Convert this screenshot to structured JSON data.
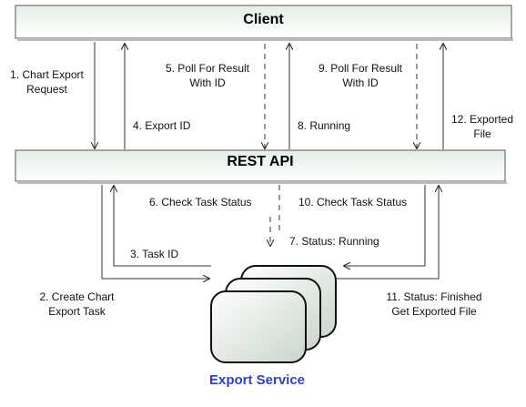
{
  "boxes": {
    "client": "Client",
    "rest_api": "REST API",
    "export_service": "Export Service"
  },
  "labels": {
    "m1": "1. Chart Export\nRequest",
    "m2": "2. Create Chart\nExport Task",
    "m3": "3. Task ID",
    "m4": "4. Export ID",
    "m5": "5. Poll For Result\nWith ID",
    "m6": "6. Check Task Status",
    "m7": "7. Status: Running",
    "m8": "8. Running",
    "m9": "9. Poll For Result\nWith ID",
    "m10": "10. Check Task Status",
    "m11": "11. Status: Finished\nGet Exported File",
    "m12": "12. Exported\nFile"
  },
  "colors": {
    "service_title": "#2b3fd0",
    "box_fill_top": "#e9f3ec",
    "box_fill_bottom": "#ffffff",
    "stroke": "#333333"
  }
}
